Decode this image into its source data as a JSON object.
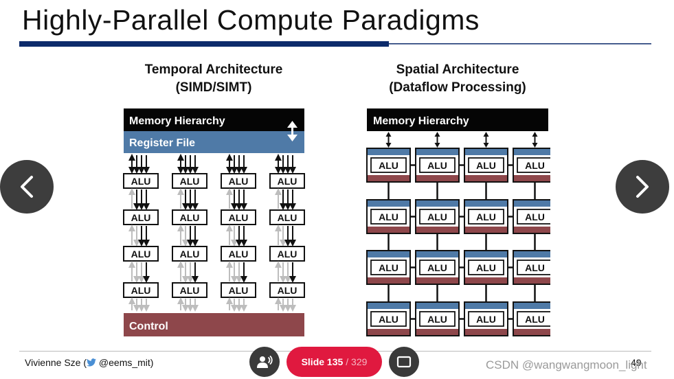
{
  "slide": {
    "title": "Highly-Parallel Compute Paradigms",
    "accent_color": "#0d2b6b"
  },
  "temporal": {
    "title_line1": "Temporal Architecture",
    "title_line2": "(SIMD/SIMT)",
    "memory_label": "Memory Hierarchy",
    "register_label": "Register File",
    "control_label": "Control",
    "alu_label": "ALU",
    "colors": {
      "memory": "#050505",
      "register": "#4f7aa7",
      "control": "#8e474b"
    }
  },
  "spatial": {
    "title_line1": "Spatial Architecture",
    "title_line2": "(Dataflow Processing)",
    "memory_label": "Memory Hierarchy",
    "alu_label": "ALU",
    "colors": {
      "memory": "#050505",
      "pe_top": "#4f7aa7",
      "pe_bottom": "#8e474b"
    }
  },
  "footer": {
    "author_prefix": "Vivienne Sze (",
    "twitter_icon": "twitter-bird-icon",
    "author_handle": "@eems_mit)",
    "page_number": "49"
  },
  "player": {
    "slide_label": "Slide 135",
    "slide_total": "/ 329",
    "prev_icon": "chevron-left-icon",
    "next_icon": "chevron-right-icon",
    "presenter_icon": "presenter-icon",
    "fullscreen_icon": "screen-icon",
    "accent": "#e0193f"
  },
  "watermark": "CSDN @wangwangmoon_light"
}
